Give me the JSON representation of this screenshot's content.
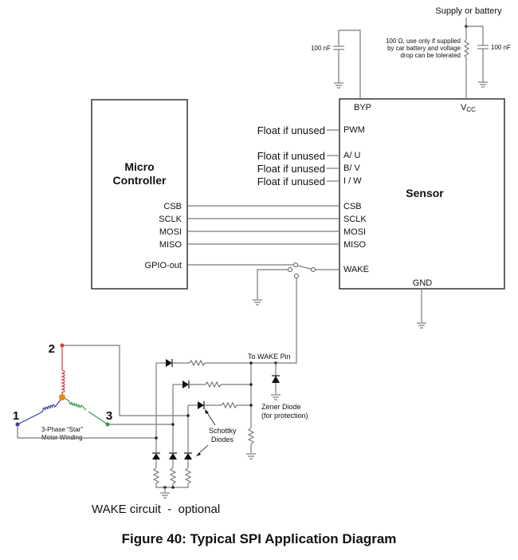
{
  "figure": {
    "caption": "Figure 40: Typical SPI Application Diagram",
    "subtitle": "WAKE circuit  -  optional"
  },
  "supply": {
    "label": "Supply or battery",
    "resistor_note": [
      "100 Ω, use only if supplied",
      "by car battery and voltage",
      "drop can be tolerated"
    ],
    "cap_byp": "100 nF",
    "cap_vcc": "100 nF"
  },
  "micro": {
    "title_line1": "Micro",
    "title_line2": "Controller",
    "pins": [
      "CSB",
      "SCLK",
      "MOSI",
      "MISO",
      "GPIO-out"
    ]
  },
  "sensor": {
    "title": "Sensor",
    "pin_byp": "BYP",
    "pin_vcc_main": "V",
    "pin_vcc_sub": "CC",
    "pin_gnd": "GND",
    "pins_left": [
      "PWM",
      "A/ U",
      "B/ V",
      "I / W",
      "CSB",
      "SCLK",
      "MOSI",
      "MISO",
      "WAKE"
    ],
    "float_label": "Float if unused"
  },
  "wake_circuit": {
    "to_wake_pin": "To WAKE Pin",
    "zener_line1": "Zener Diode",
    "zener_line2": "(for protection)",
    "schottky_line1": "Schottky",
    "schottky_line2": "Diodes",
    "motor_line1": "3-Phase “Star”",
    "motor_line2": "Motor Winding",
    "node1": "1",
    "node2": "2",
    "node3": "3"
  },
  "colors": {
    "phase1": "#3b3b9e",
    "phase2": "#d93a3a",
    "phase3": "#2e9a4a",
    "center": "#e88a1a",
    "wire": "#7a7a7a"
  }
}
